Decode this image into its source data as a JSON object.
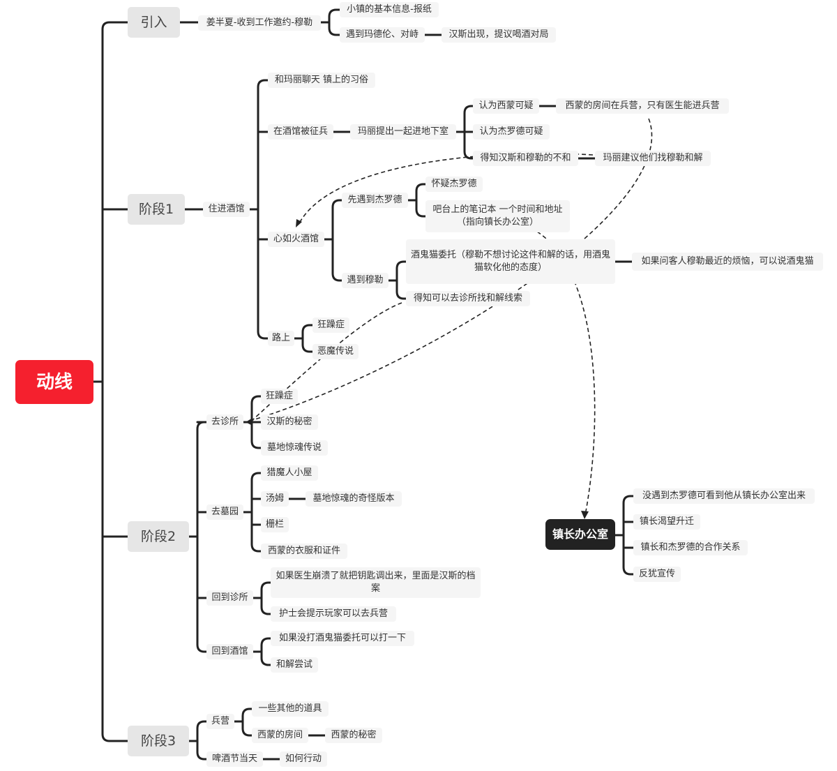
{
  "root": "动线",
  "stage_intro": "引入",
  "stage1": "阶段1",
  "stage2": "阶段2",
  "stage3": "阶段3",
  "intro": {
    "invite": "姜半夏-收到工作邀约-穆勒",
    "town_info": "小镇的基本信息-报纸",
    "meet": "遇到玛德伦、对峙",
    "hans": "汉斯出现，提议喝酒对局"
  },
  "s1": {
    "inn": "住进酒馆",
    "chat": "和玛丽聊天 镇上的习俗",
    "drafted": "在酒馆被征兵",
    "basement": "玛丽提出一起进地下室",
    "suspect_simon": "认为西蒙可疑",
    "simon_room": "西蒙的房间在兵营，只有医生能进兵营",
    "suspect_jerod": "认为杰罗德可疑",
    "discord": "得知汉斯和穆勒的不和",
    "reconcile": "玛丽建议他们找穆勒和解",
    "heart_inn": "心如火酒馆",
    "meet_jerod": "先遇到杰罗德",
    "doubt_jerod": "怀疑杰罗德",
    "notebook": "吧台上的笔记本 一个时间和地址（指向镇长办公室）",
    "meet_muller": "遇到穆勒",
    "drunk_cat": "酒鬼猫委托（穆勒不想讨论这件和解的话，用酒鬼猫软化他的态度）",
    "ask_guest": "如果问客人穆勒最近的烦恼，可以说酒鬼猫",
    "clinic_clue": "得知可以去诊所找和解线索",
    "road": "路上",
    "mania": "狂躁症",
    "demon": "恶魔传说"
  },
  "s2": {
    "clinic": "去诊所",
    "mania": "狂躁症",
    "hans_secret": "汉斯的秘密",
    "grave_legend": "墓地惊魂传说",
    "cemetery": "去墓园",
    "hunter": "猎魔人小屋",
    "tom": "汤姆",
    "weird_version": "墓地惊魂的奇怪版本",
    "fence": "栅栏",
    "simon_clothes": "西蒙的衣服和证件",
    "back_clinic": "回到诊所",
    "doctor": "如果医生崩溃了就把钥匙调出来，里面是汉斯的档案",
    "nurse": "护士会提示玩家可以去兵营",
    "back_inn": "回到酒馆",
    "no_cat": "如果没打酒鬼猫委托可以打一下",
    "try_reconcile": "和解尝试"
  },
  "s3": {
    "barracks": "兵营",
    "other_props": "一些其他的道具",
    "simon_room": "西蒙的房间",
    "simon_secret": "西蒙的秘密",
    "festival": "啤酒节当天",
    "action": "如何行动"
  },
  "office": {
    "title": "镇长办公室",
    "a": "没遇到杰罗德可看到他从镇长办公室出来",
    "b": "镇长渴望升迁",
    "c": "镇长和杰罗德的合作关系",
    "d": "反犹宣传"
  }
}
